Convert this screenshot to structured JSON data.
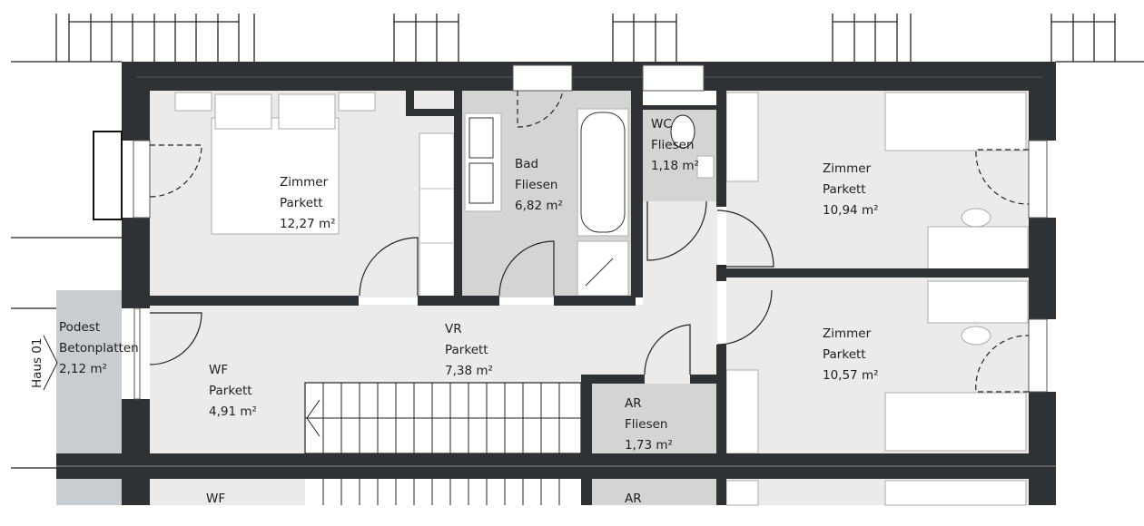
{
  "plan": {
    "building_label": "Haus 01",
    "rooms": [
      {
        "name": "Zimmer",
        "floor": "Parkett",
        "area": "12,27 m²"
      },
      {
        "name": "Bad",
        "floor": "Fliesen",
        "area": "6,82 m²"
      },
      {
        "name": "WC",
        "floor": "Fliesen",
        "area": "1,18 m²"
      },
      {
        "name": "Zimmer",
        "floor": "Parkett",
        "area": "10,94 m²"
      },
      {
        "name": "Podest",
        "floor": "Betonplatten",
        "area": "2,12 m²"
      },
      {
        "name": "WF",
        "floor": "Parkett",
        "area": "4,91 m²"
      },
      {
        "name": "VR",
        "floor": "Parkett",
        "area": "7,38 m²"
      },
      {
        "name": "Zimmer",
        "floor": "Parkett",
        "area": "10,57 m²"
      },
      {
        "name": "AR",
        "floor": "Fliesen",
        "area": "1,73 m²"
      }
    ],
    "adjacent_unit_labels": [
      "WF",
      "AR"
    ]
  },
  "colors": {
    "wall": "#2f3235",
    "room": "#ebebea",
    "wet_room": "#d3d5d5",
    "podest": "#c8cdd2"
  }
}
